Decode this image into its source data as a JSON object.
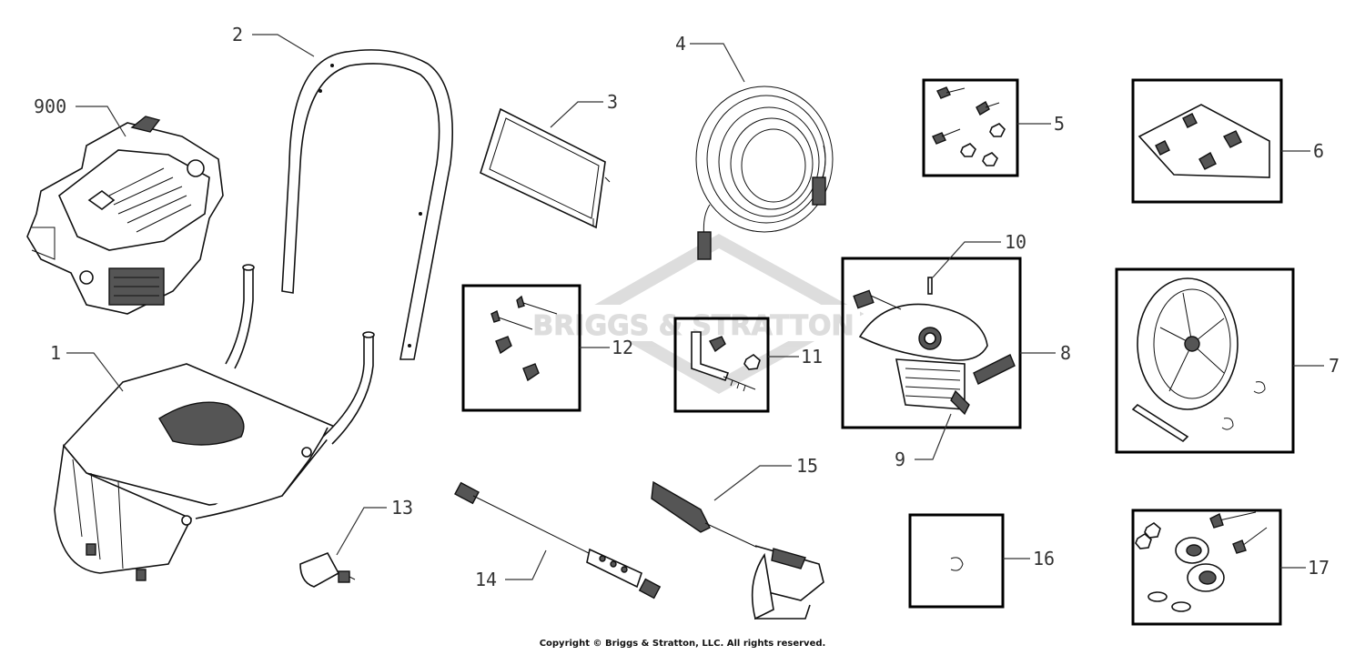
{
  "labels": {
    "l900": "900",
    "l1": "1",
    "l2": "2",
    "l3": "3",
    "l4": "4",
    "l5": "5",
    "l6": "6",
    "l7": "7",
    "l8": "8",
    "l9": "9",
    "l10": "10",
    "l11": "11",
    "l12": "12",
    "l13": "13",
    "l14": "14",
    "l15": "15",
    "l16": "16",
    "l17": "17"
  },
  "watermark": "BRIGGS & STRATTON",
  "copyright": "Copyright © Briggs & Stratton, LLC. All rights reserved."
}
